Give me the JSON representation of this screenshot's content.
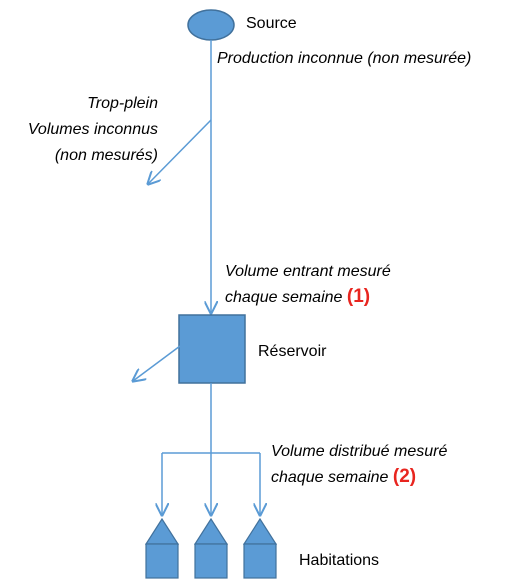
{
  "diagram": {
    "nodes": {
      "source": {
        "label": "Source"
      },
      "reservoir": {
        "label": "Réservoir"
      },
      "houses": {
        "label": "Habitations",
        "count": 3
      }
    },
    "annotations": {
      "production": "Production inconnue (non mesurée)",
      "overflow": {
        "line1": "Trop-plein",
        "line2": "Volumes inconnus",
        "line3": "(non mesurés)"
      },
      "inflow": {
        "line1": "Volume entrant mesuré",
        "line2": "chaque semaine",
        "marker": "(1)"
      },
      "distributed": {
        "line1": "Volume distribué mesuré",
        "line2": "chaque semaine",
        "marker": "(2)"
      }
    },
    "colors": {
      "shape_fill": "#5b9bd5",
      "shape_stroke": "#41719c",
      "line": "#5b9bd5",
      "marker": "#e8251f"
    }
  }
}
